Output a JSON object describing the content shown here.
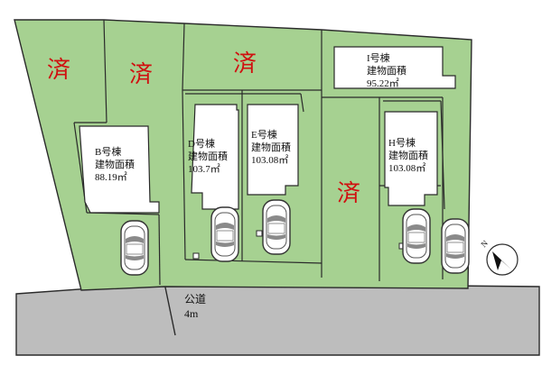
{
  "colors": {
    "lot_fill": "#a6d191",
    "road_fill": "#bdbdbd",
    "building_fill": "#ffffff",
    "sold_text": "#d01010",
    "line": "#2a2a2a"
  },
  "sold_mark": "済",
  "lots": [
    {
      "id": "B",
      "name": "B号棟",
      "area_label": "建物面積",
      "area": "88.19㎡"
    },
    {
      "id": "D",
      "name": "D号棟",
      "area_label": "建物面積",
      "area": "103.7㎡"
    },
    {
      "id": "E",
      "name": "E号棟",
      "area_label": "建物面積",
      "area": "103.08㎡"
    },
    {
      "id": "H",
      "name": "H号棟",
      "area_label": "建物面積",
      "area": "103.08㎡"
    },
    {
      "id": "I",
      "name": "I号棟",
      "area_label": "建物面積",
      "area": "95.22㎡"
    }
  ],
  "road": {
    "name": "公道",
    "width": "4m"
  },
  "compass": {
    "label": "N",
    "icon": "north-arrow-icon"
  },
  "car_icon": "car-icon"
}
